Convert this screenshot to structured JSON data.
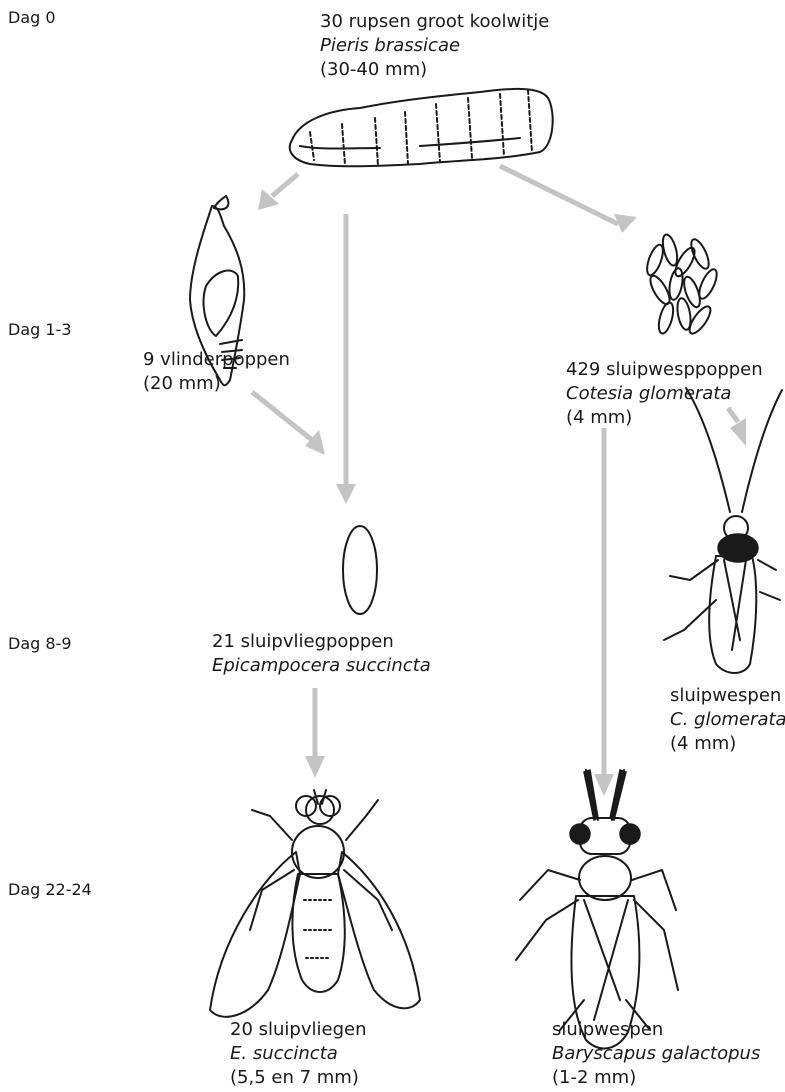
{
  "days": {
    "d0": "Dag 0",
    "d1": "Dag 1-3",
    "d8": "Dag 8-9",
    "d22": "Dag 22-24"
  },
  "caterpillar": {
    "title": "30 rupsen groot koolwitje",
    "species": "Pieris brassicae",
    "size": "(30-40 mm)"
  },
  "butterfly_pupae": {
    "title": "9 vlinderpoppen",
    "size": "(20 mm)"
  },
  "fly_pupae": {
    "title": "21 sluipvliegpoppen",
    "species": "Epicampocera succincta"
  },
  "wasp_pupae": {
    "title": "429 sluipwesppoppen",
    "species": "Cotesia glomerata",
    "size": "(4 mm)"
  },
  "wasps_glomerata": {
    "title": "sluipwespen",
    "species": "C. glomerata",
    "size": "(4 mm)"
  },
  "flies": {
    "title": "20 sluipvliegen",
    "species": "E. succincta",
    "size": "(5,5 en 7 mm)"
  },
  "wasps_galactopus": {
    "title": "sluipwespen",
    "species": "Baryscapus galactopus",
    "size": "(1-2 mm)"
  }
}
